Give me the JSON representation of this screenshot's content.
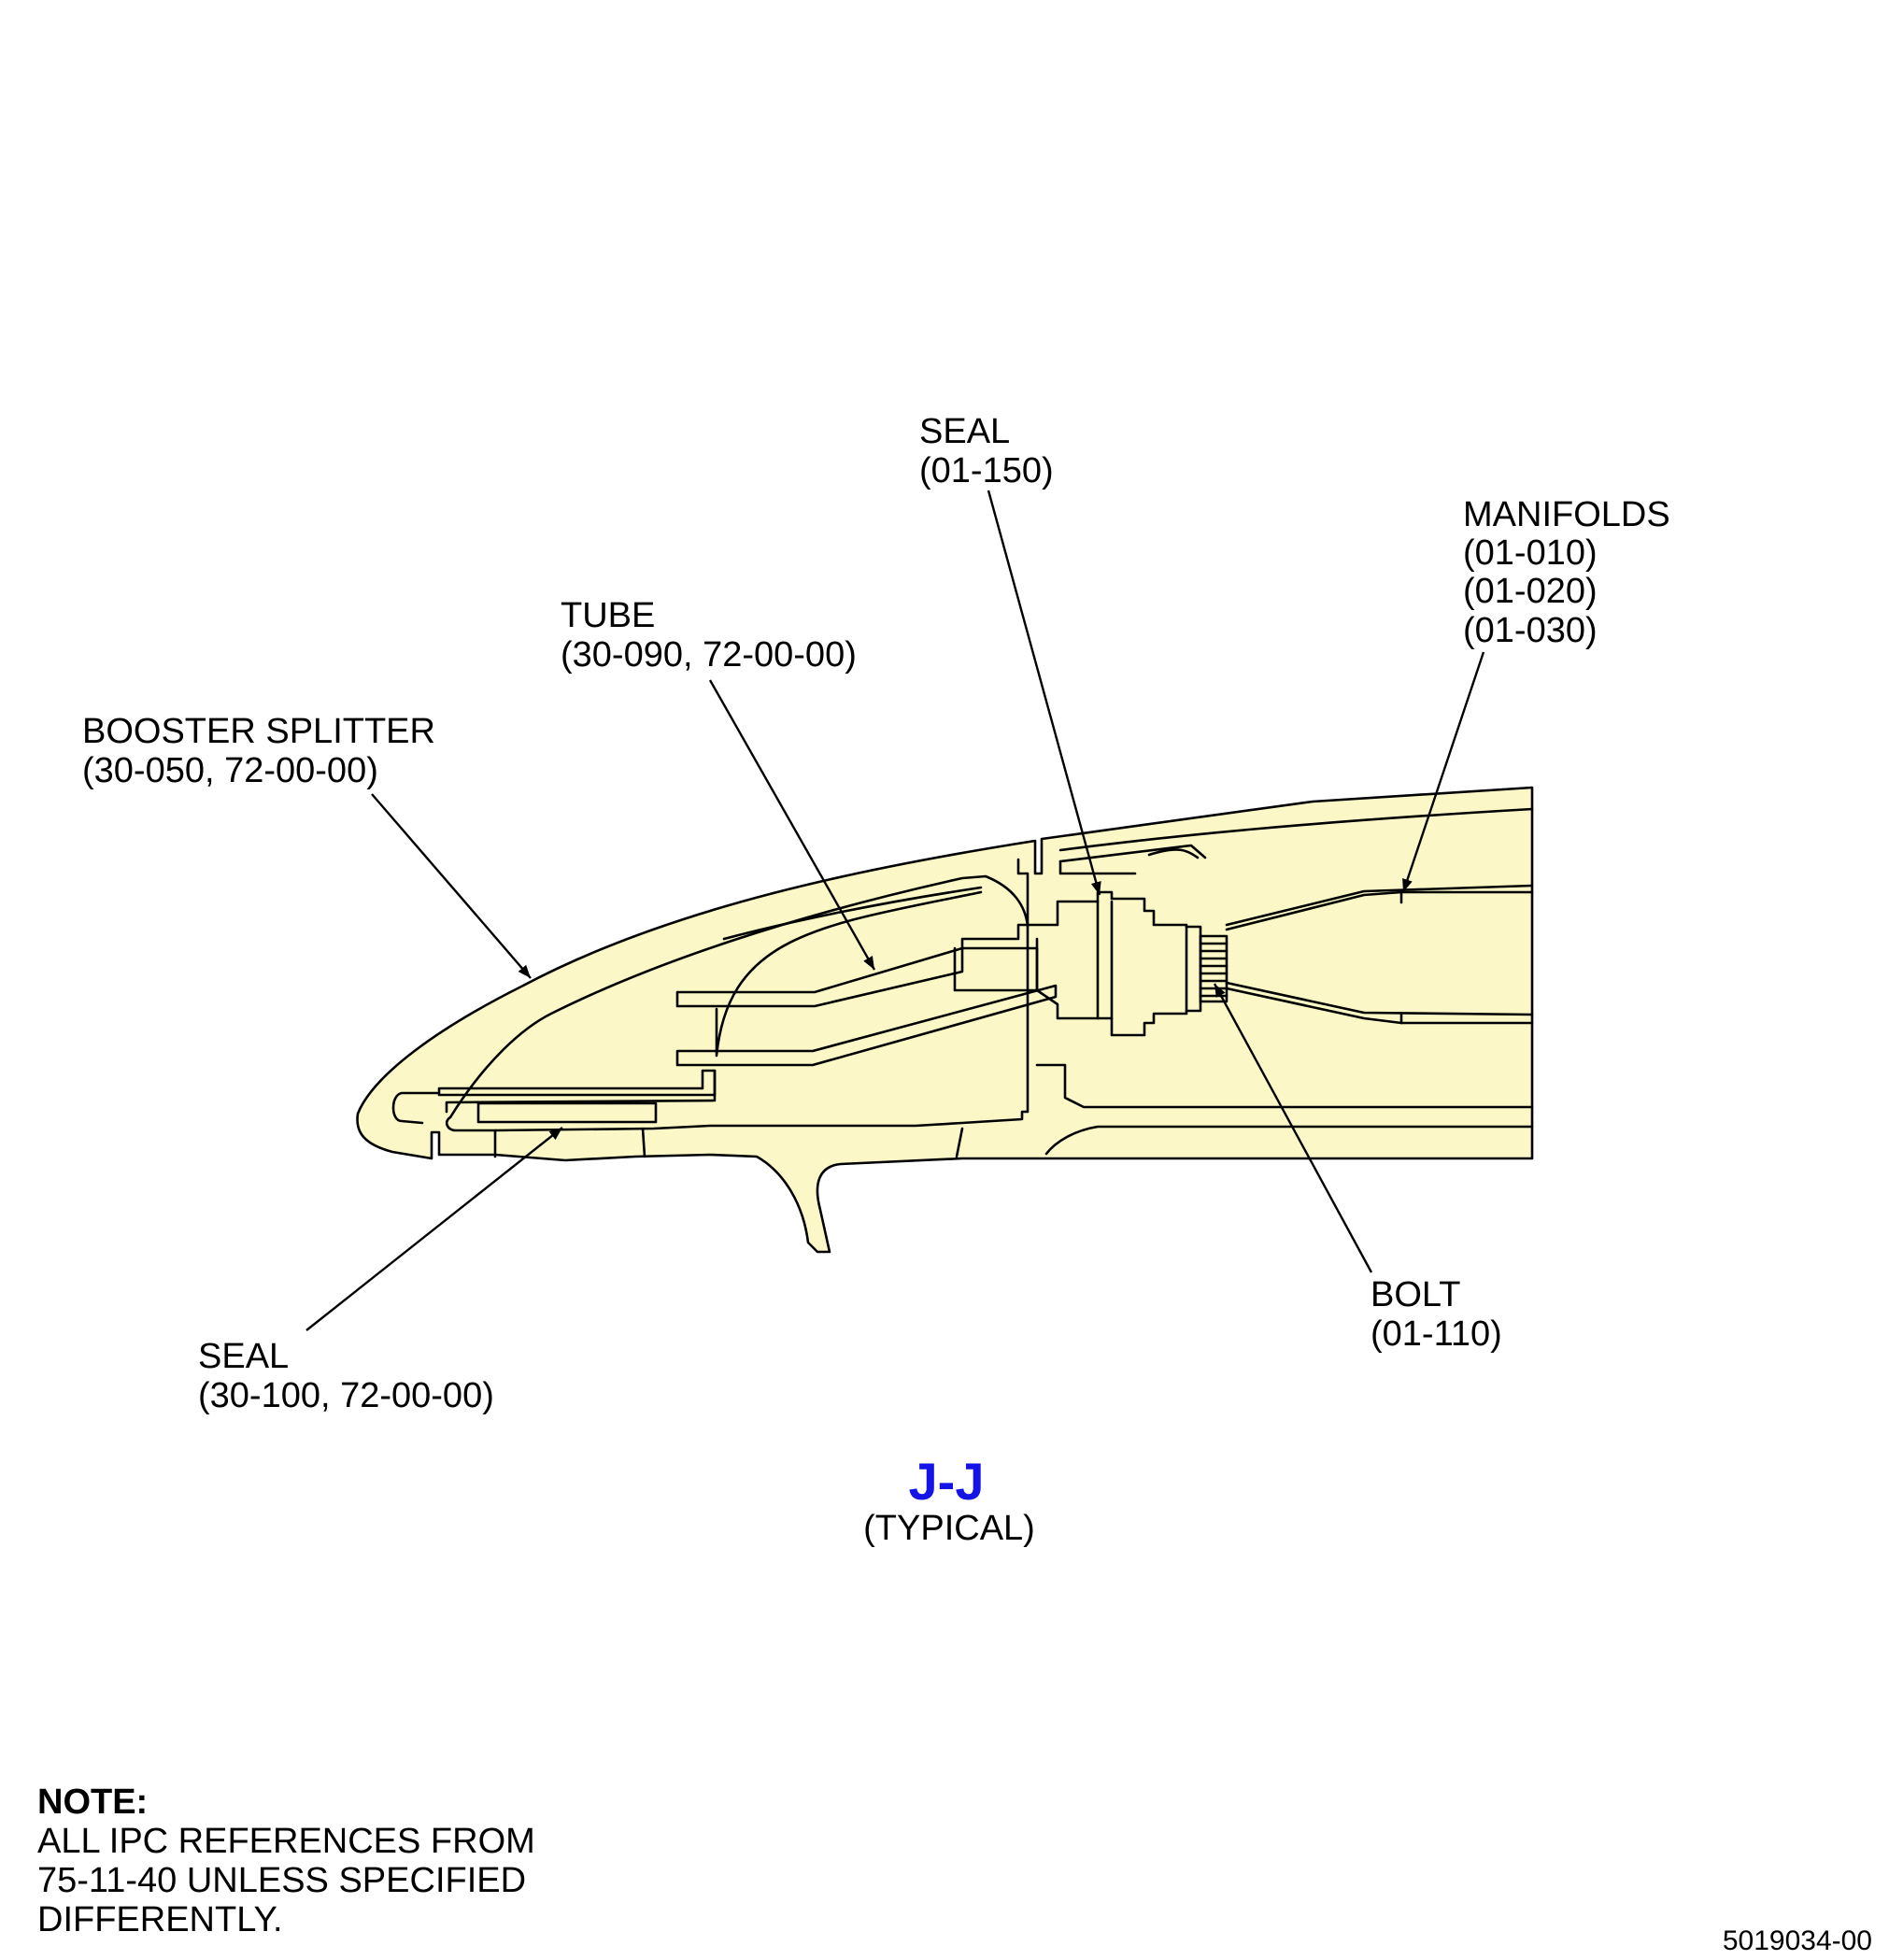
{
  "colors": {
    "part_fill": "#fbf7c6",
    "outline": "#000000",
    "view_title": "#1414e6"
  },
  "callouts": {
    "seal_top": {
      "name": "SEAL",
      "ref": "(01-150)"
    },
    "manifolds": {
      "name": "MANIFOLDS",
      "refs": [
        "(01-010)",
        "(01-020)",
        "(01-030)"
      ]
    },
    "tube": {
      "name": "TUBE",
      "ref": "(30-090, 72-00-00)"
    },
    "booster_splitter": {
      "name": "BOOSTER SPLITTER",
      "ref": "(30-050, 72-00-00)"
    },
    "bolt": {
      "name": "BOLT",
      "ref": "(01-110)"
    },
    "seal_bottom": {
      "name": "SEAL",
      "ref": "(30-100, 72-00-00)"
    }
  },
  "view": {
    "title": "J-J",
    "subtitle": "(TYPICAL)"
  },
  "note": {
    "heading": "NOTE:",
    "lines": [
      "ALL IPC REFERENCES FROM",
      "75-11-40 UNLESS SPECIFIED",
      "DIFFERENTLY."
    ]
  },
  "figure_id": "5019034-00"
}
